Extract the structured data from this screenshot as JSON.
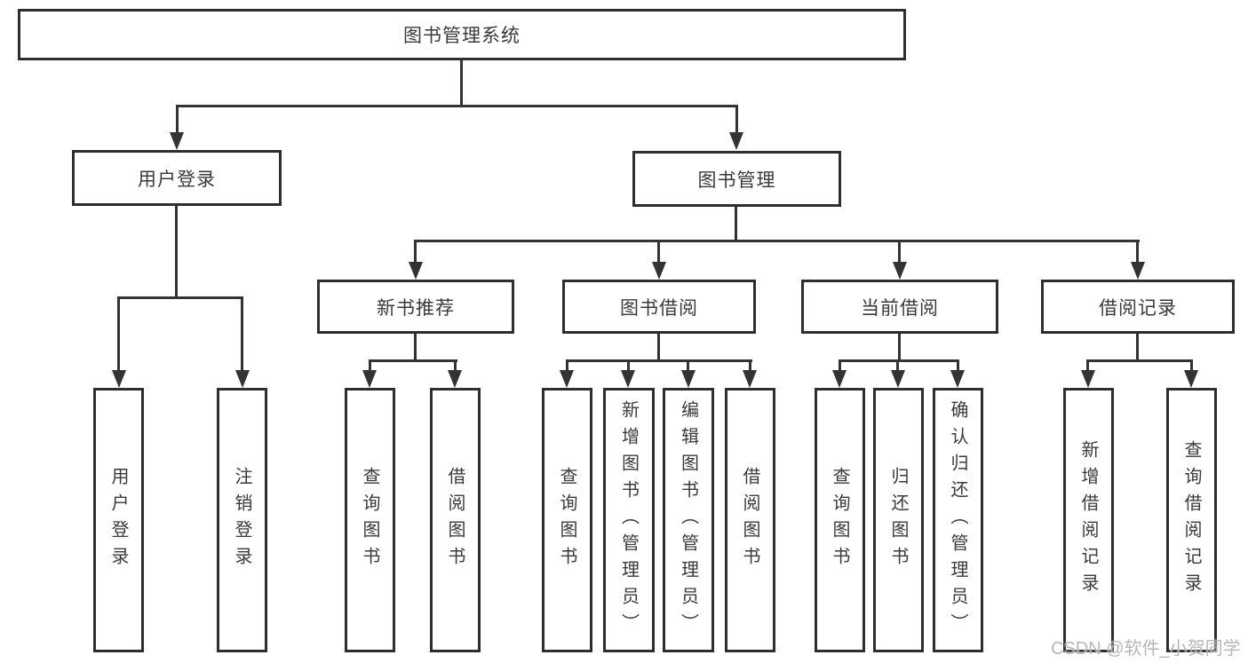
{
  "diagram": {
    "root": {
      "label": "图书管理系统"
    },
    "level2": [
      {
        "label": "用户登录"
      },
      {
        "label": "图书管理"
      }
    ],
    "level3": [
      {
        "label": "新书推荐"
      },
      {
        "label": "图书借阅"
      },
      {
        "label": "当前借阅"
      },
      {
        "label": "借阅记录"
      }
    ],
    "leaves": [
      {
        "label": "用户登录"
      },
      {
        "label": "注销登录"
      },
      {
        "label": "查询图书"
      },
      {
        "label": "借阅图书"
      },
      {
        "label": "查询图书"
      },
      {
        "label": "新增图书（管理员）"
      },
      {
        "label": "编辑图书（管理员）"
      },
      {
        "label": "借阅图书"
      },
      {
        "label": "查询图书"
      },
      {
        "label": "归还图书"
      },
      {
        "label": "确认归还（管理员）"
      },
      {
        "label": "新增借阅记录"
      },
      {
        "label": "查询借阅记录"
      }
    ]
  },
  "watermark": {
    "text": "CSDN @软件_小贺同学"
  },
  "colors": {
    "line": "#333333",
    "border": "#2e2e2e",
    "text": "#3a3a3a",
    "watermark": "#aaaaaa",
    "background": "#ffffff"
  }
}
